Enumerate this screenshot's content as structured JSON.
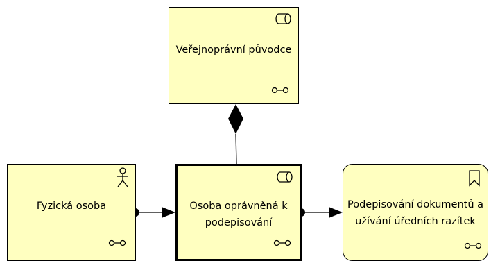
{
  "diagram": {
    "nodes": {
      "public_originator": {
        "label": "Veřejnoprávní původce",
        "type_icon": "role-icon"
      },
      "natural_person": {
        "label": "Fyzická osoba",
        "type_icon": "actor-icon"
      },
      "authorized_signer": {
        "label": "Osoba oprávněná k\npodepisování",
        "type_icon": "role-icon"
      },
      "signing_service": {
        "label": "Podepisování dokumentů a\nužívání úředních razítek",
        "type_icon": "service-icon"
      }
    },
    "relations": [
      {
        "from": "authorized_signer",
        "to": "public_originator",
        "kind": "composition"
      },
      {
        "from": "natural_person",
        "to": "authorized_signer",
        "kind": "assignment"
      },
      {
        "from": "authorized_signer",
        "to": "signing_service",
        "kind": "assignment"
      }
    ],
    "colors": {
      "fill": "#ffffc0",
      "stroke": "#000000",
      "background": "#ffffff"
    }
  }
}
